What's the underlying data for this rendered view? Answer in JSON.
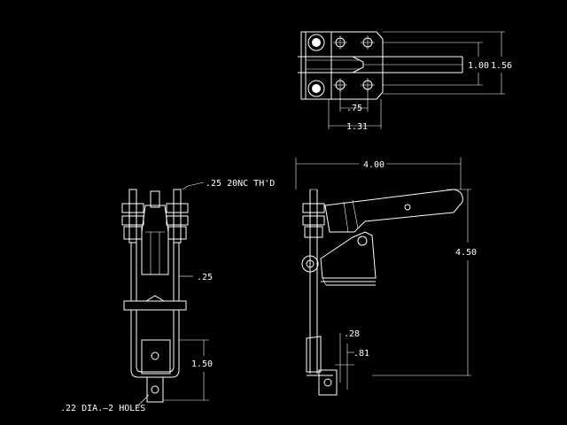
{
  "dimensions": {
    "top_a": "1.00",
    "top_b": "1.56",
    "top_c": ".75",
    "top_d": "1.31",
    "side_width": "4.00",
    "side_height": "4.50",
    "side_c": ".28",
    "side_d": ".81",
    "front_thread": ".25  20NC  TH'D",
    "front_gap": ".25",
    "front_height": "1.50",
    "holes": ".22  DIA.—2  HOLES"
  },
  "colors": {
    "background": "#000000",
    "lines": "#ffffff"
  }
}
